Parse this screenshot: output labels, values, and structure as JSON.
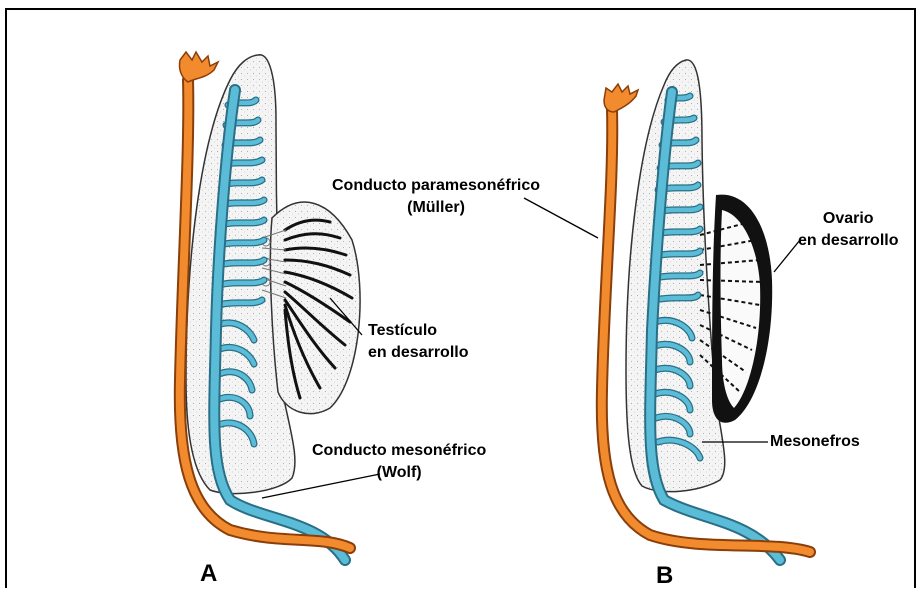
{
  "panels": [
    {
      "letter": "A"
    },
    {
      "letter": "B"
    }
  ],
  "labels": {
    "testis_line1": "Testículo",
    "testis_line2": "en desarrollo",
    "mesonephric_line1": "Conducto mesonéfrico",
    "mesonephric_line2": "(Wolf)",
    "paramesonephric_line1": "Conducto paramesonéfrico",
    "paramesonephric_line2": "(Müller)",
    "ovary_line1": "Ovario",
    "ovary_line2": "en desarrollo",
    "mesonephros": "Mesonefros"
  },
  "colors": {
    "paramesonephric_duct": "#f28a2e",
    "mesonephric_duct": "#5bbcd8",
    "gonad_dark": "#111111",
    "mesonephros_fill": "#f2f2f2"
  }
}
